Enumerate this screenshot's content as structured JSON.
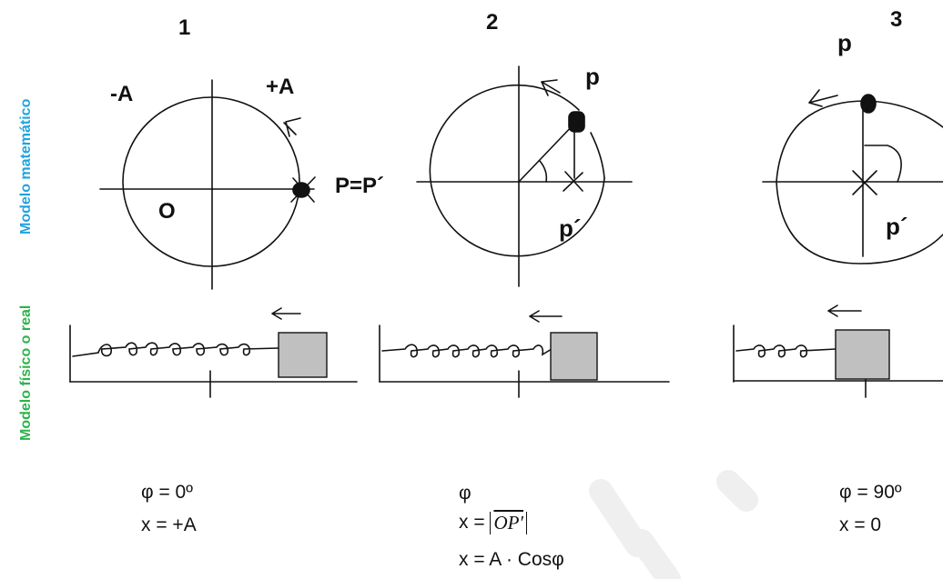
{
  "side_labels": {
    "model_math": "Modelo matemático",
    "model_real": "Modelo físico o real",
    "color_math": "#1fa3df",
    "color_real": "#2db34a"
  },
  "panels": [
    {
      "number": "1",
      "label_minus_a": "-A",
      "label_plus_a": "+A",
      "label_o": "O",
      "label_point": "P=P´",
      "phi": "φ = 0º",
      "x_line": "x = +A"
    },
    {
      "number": "2",
      "label_p": "p",
      "label_p_prime": "p´",
      "phi": "φ",
      "x_prefix": "x = ",
      "x_op": "OP′",
      "x_cos": "x = A · Cosφ"
    },
    {
      "number": "3",
      "label_p": "p",
      "label_p_prime": "p´",
      "phi": "φ = 90º",
      "x_line": "x = 0"
    }
  ],
  "colors": {
    "ink": "#111111",
    "block_fill": "#c0c0c0"
  }
}
